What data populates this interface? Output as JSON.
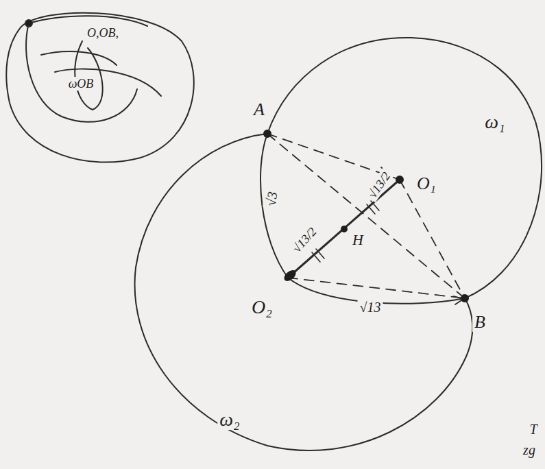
{
  "diagram": {
    "labels": [
      "O,OB,",
      "ωOB",
      "A",
      "ω₁",
      "O₁",
      "√13/2",
      "√3",
      "H",
      "√13/2",
      "O₂",
      "√13",
      "B",
      "ω₂",
      "T",
      "zg"
    ]
  }
}
